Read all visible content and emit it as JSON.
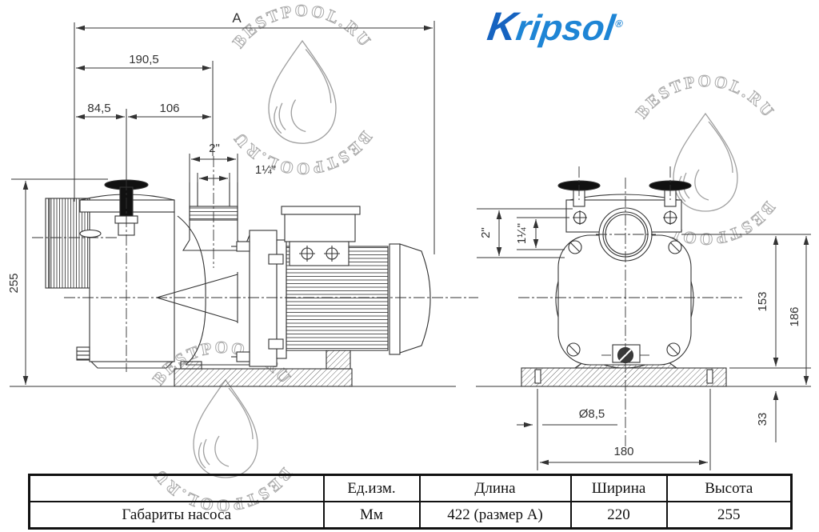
{
  "logo": {
    "k": "K",
    "rest": "ripsol",
    "registered": "®"
  },
  "watermark": {
    "text": "BESTPOOL.RU"
  },
  "left_view": {
    "dim_A": "A",
    "dim_190": "190,5",
    "dim_84": "84,5",
    "dim_106": "106",
    "dim_2in": "2\"",
    "dim_114in": "1¼\"",
    "dim_255": "255"
  },
  "right_view": {
    "dim_2in": "2\"",
    "dim_114in": "1¼\"",
    "dim_153": "153",
    "dim_186": "186",
    "dim_33": "33",
    "dim_dia": "Ø8,5",
    "dim_180": "180"
  },
  "table": {
    "headers": [
      "",
      "Ед.изм.",
      "Длина",
      "Ширина",
      "Высота"
    ],
    "row_label": "Габариты насоса",
    "row_values": [
      "Мм",
      "422 (размер А)",
      "220",
      "255"
    ]
  }
}
